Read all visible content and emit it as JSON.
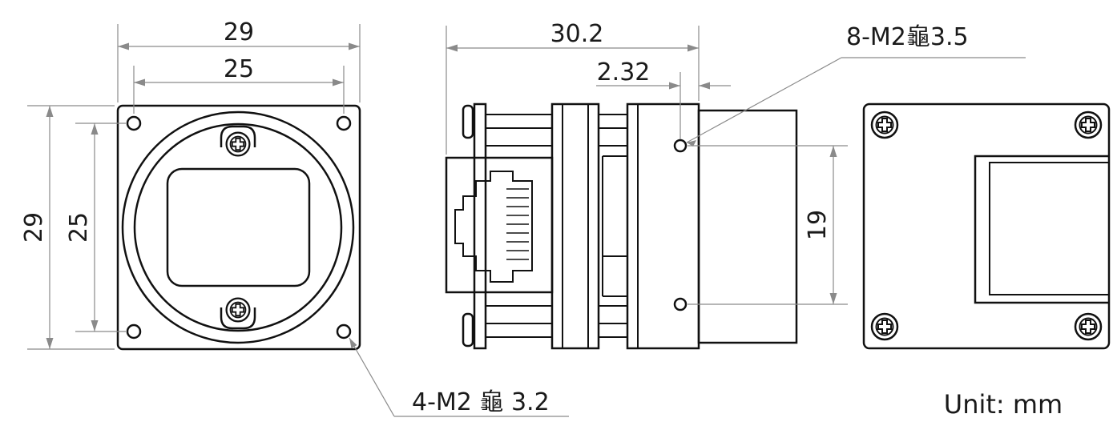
{
  "dimensions": {
    "front_width_outer": "29",
    "front_width_holes": "25",
    "front_height_outer": "29",
    "front_height_holes": "25",
    "side_length": "30.2",
    "side_offset": "2.32",
    "side_hole_spacing": "19"
  },
  "callouts": {
    "front_holes": "4-M2 ⻱ 3.2",
    "side_holes": "8-M2⻱3.5"
  },
  "unit_label": "Unit: mm",
  "icons": {
    "screw": "phillips-screw-icon",
    "connector": "rj45-connector-icon"
  }
}
